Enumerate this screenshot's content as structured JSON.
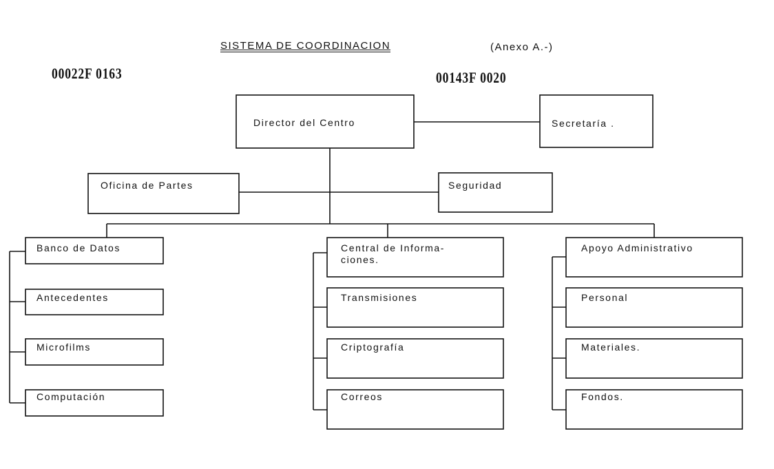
{
  "header": {
    "title": "SISTEMA DE COORDINACION",
    "annex": "(Anexo A.-)",
    "code_left": "00022F 0163",
    "code_right": "00143F 0020"
  },
  "top": {
    "director": "Director del Centro",
    "secretaria": "Secretaría .",
    "oficina": "Oficina de Partes",
    "seguridad": "Seguridad"
  },
  "columns": [
    {
      "items": [
        "Banco de Datos",
        "Antecedentes",
        "Microfilms",
        "Computación"
      ]
    },
    {
      "items": [
        "Central de Informa-",
        "Transmisiones",
        "Criptografía",
        "Correos"
      ],
      "first_line2": "ciones."
    },
    {
      "items": [
        "Apoyo Administrativo",
        "Personal",
        "Materiales.",
        "Fondos."
      ]
    }
  ]
}
